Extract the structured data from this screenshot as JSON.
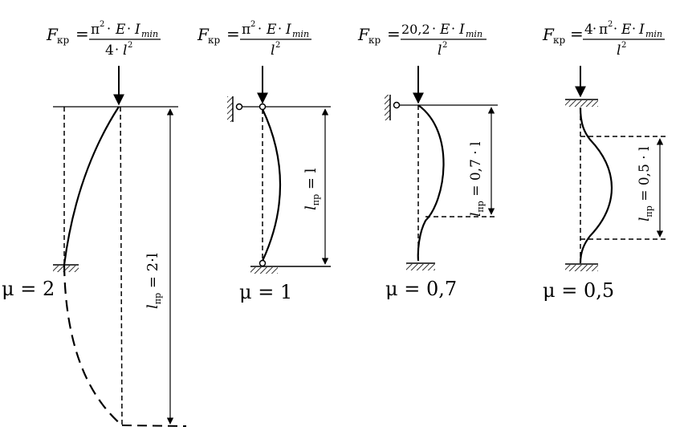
{
  "formulas": [
    {
      "lhs": "F",
      "lhs_sub": "кр",
      "eq": "=",
      "pi": "π",
      "sq": "2",
      "dot": "·",
      "E": "E",
      "I": "I",
      "I_sub": "min",
      "coef": "4",
      "l": "l",
      "l_sq": "2"
    },
    {
      "lhs": "F",
      "lhs_sub": "кр",
      "eq": "=",
      "pi": "π",
      "sq": "2",
      "dot": "·",
      "E": "E",
      "I": "I",
      "I_sub": "min",
      "l": "l",
      "l_sq": "2"
    },
    {
      "lhs": "F",
      "lhs_sub": "кр",
      "eq": "=",
      "num_coef": "20,2",
      "dot": "·",
      "E": "E",
      "I": "I",
      "I_sub": "min",
      "l": "l",
      "l_sq": "2"
    },
    {
      "lhs": "F",
      "lhs_sub": "кр",
      "eq": "=",
      "coef": "4",
      "pi": "π",
      "sq": "2",
      "dot": "·",
      "E": "E",
      "I": "I",
      "I_sub": "min",
      "l": "l",
      "l_sq": "2"
    }
  ],
  "mu_labels": [
    "μ = 2",
    "μ = 1",
    "μ = 0,7",
    "μ = 0,5"
  ],
  "length_labels": [
    {
      "l": "l",
      "sub": "пр",
      "rest": " = 2·l"
    },
    {
      "l": "l",
      "sub": "пр",
      "rest": " = l"
    },
    {
      "l": "l",
      "sub": "пр",
      "rest": " = 0,7 · l"
    },
    {
      "l": "l",
      "sub": "пр",
      "rest": " = 0,5 · l"
    }
  ]
}
